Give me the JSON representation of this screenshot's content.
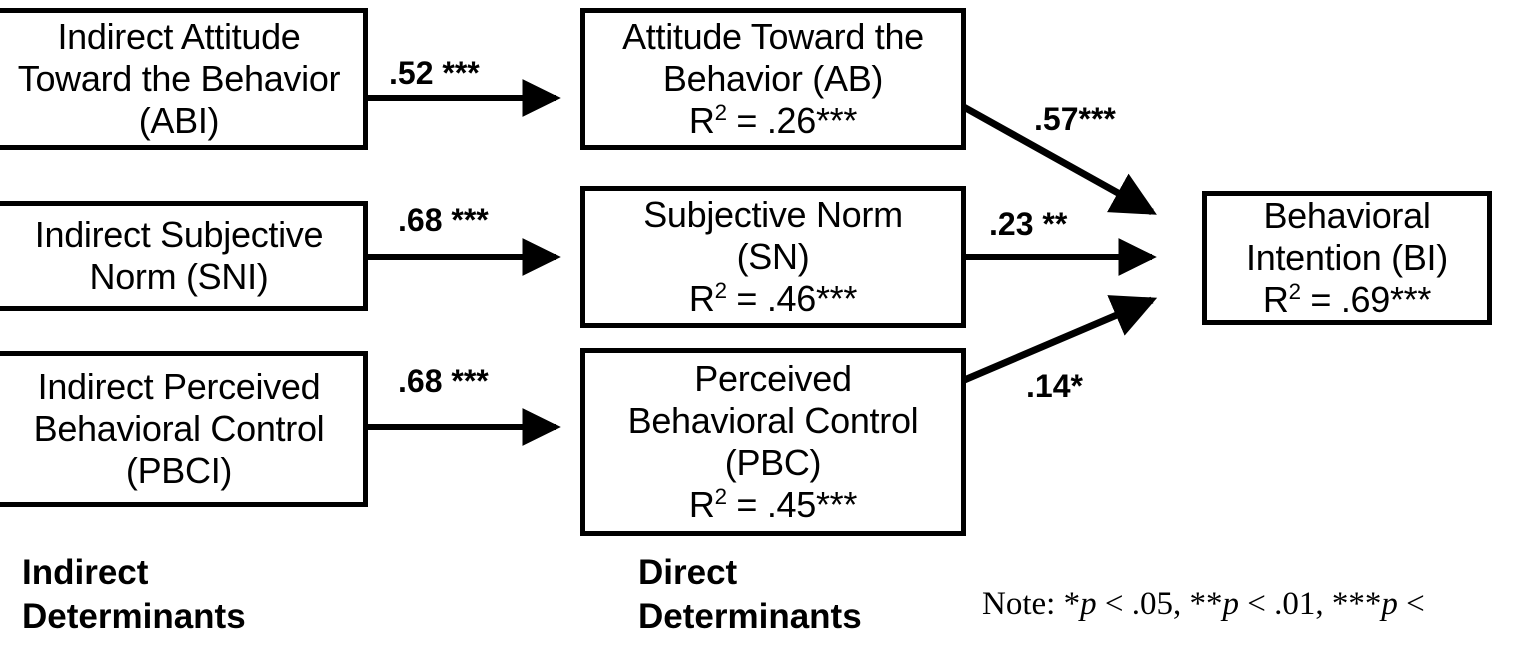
{
  "diagram": {
    "title": "Theory of Planned Behavior path model",
    "accent_color": "#000000",
    "background_color": "#ffffff",
    "nodes": {
      "abi": {
        "line1": "Indirect Attitude",
        "line2": "Toward the Behavior",
        "line3": "(ABI)"
      },
      "sni": {
        "line1": "Indirect Subjective",
        "line2": "Norm (SNI)",
        "line3": ""
      },
      "pbci": {
        "line1": "Indirect Perceived",
        "line2": "Behavioral Control",
        "line3": "(PBCI)"
      },
      "ab": {
        "line1": "Attitude Toward the",
        "line2": "Behavior (AB)",
        "line3": "",
        "r2_prefix": "R",
        "r2_exp": "2",
        "r2_value": " = .26***"
      },
      "sn": {
        "line1": "Subjective Norm",
        "line2": "(SN)",
        "line3": "",
        "r2_prefix": "R",
        "r2_exp": "2",
        "r2_value": " = .46***"
      },
      "pbc": {
        "line1": "Perceived",
        "line2": "Behavioral Control",
        "line3": "(PBC)",
        "r2_prefix": "R",
        "r2_exp": "2",
        "r2_value": " = .45***"
      },
      "bi": {
        "line1": "Behavioral",
        "line2": "Intention (BI)",
        "line3": "",
        "r2_prefix": "R",
        "r2_exp": "2",
        "r2_value": " = .69***"
      }
    },
    "paths": [
      {
        "id": "abi-to-ab",
        "label": ".52 ***",
        "coefficient": 0.52,
        "significance": "***",
        "from": "abi",
        "to": "ab"
      },
      {
        "id": "sni-to-sn",
        "label": ".68 ***",
        "coefficient": 0.68,
        "significance": "***",
        "from": "sni",
        "to": "sn"
      },
      {
        "id": "pbci-to-pbc",
        "label": ".68 ***",
        "coefficient": 0.68,
        "significance": "***",
        "from": "pbci",
        "to": "pbc"
      },
      {
        "id": "ab-to-bi",
        "label": ".57***",
        "coefficient": 0.57,
        "significance": "***",
        "from": "ab",
        "to": "bi"
      },
      {
        "id": "sn-to-bi",
        "label": ".23 **",
        "coefficient": 0.23,
        "significance": "**",
        "from": "sn",
        "to": "bi"
      },
      {
        "id": "pbc-to-bi",
        "label": ".14*",
        "coefficient": 0.14,
        "significance": "*",
        "from": "pbc",
        "to": "bi"
      }
    ],
    "group_labels": {
      "indirect_line1": "Indirect",
      "indirect_line2": "Determinants",
      "direct_line1": "Direct",
      "direct_line2": "Determinants"
    },
    "note": {
      "prefix": "Note: *",
      "p1": "p",
      "mid1": " < .05, **",
      "p2": "p",
      "mid2": " < .01, ***",
      "p3": "p",
      "suffix": " <"
    },
    "r_squared_values": {
      "ab": 0.26,
      "sn": 0.46,
      "pbc": 0.45,
      "bi": 0.69
    }
  }
}
